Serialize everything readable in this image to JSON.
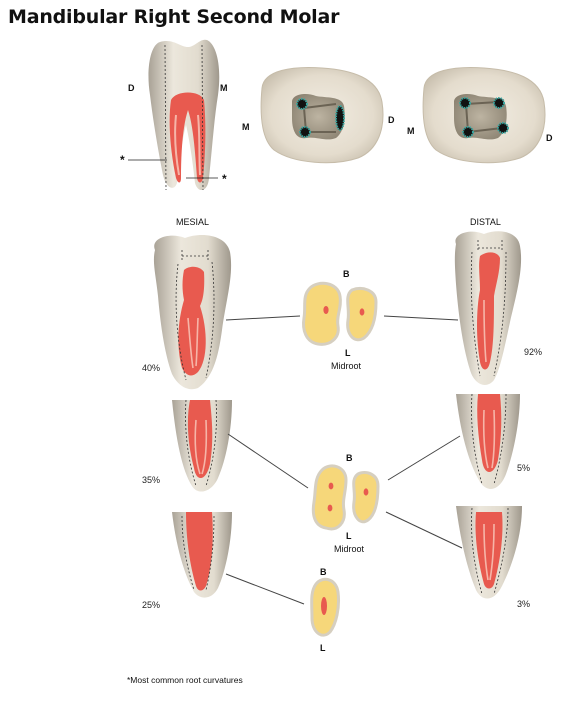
{
  "title": "Mandibular Right Second Molar",
  "top_view": {
    "tooth_labels": {
      "d": "D",
      "m": "M",
      "star": "*"
    },
    "occlusal_left": {
      "left": "M",
      "right": "D"
    },
    "occlusal_right": {
      "left": "M",
      "right": "D"
    }
  },
  "columns": {
    "mesial": "MESIAL",
    "distal": "DISTAL"
  },
  "sections": {
    "b": "B",
    "l": "L",
    "midroot": "Midroot"
  },
  "percentages": {
    "mesial_top": "40%",
    "mesial_mid": "35%",
    "mesial_bot": "25%",
    "distal_top": "92%",
    "distal_mid": "5%",
    "distal_bot": "3%"
  },
  "footnote": "*Most common root curvatures",
  "colors": {
    "tooth": "#e8e2d6",
    "tooth_shadow": "#b9b2a5",
    "pulp": "#e85a4f",
    "pulp_light": "#f6b5a8",
    "section_fill": "#f6d77a",
    "section_stroke": "#d6cfc0",
    "orifice": "#3aa6a0"
  }
}
